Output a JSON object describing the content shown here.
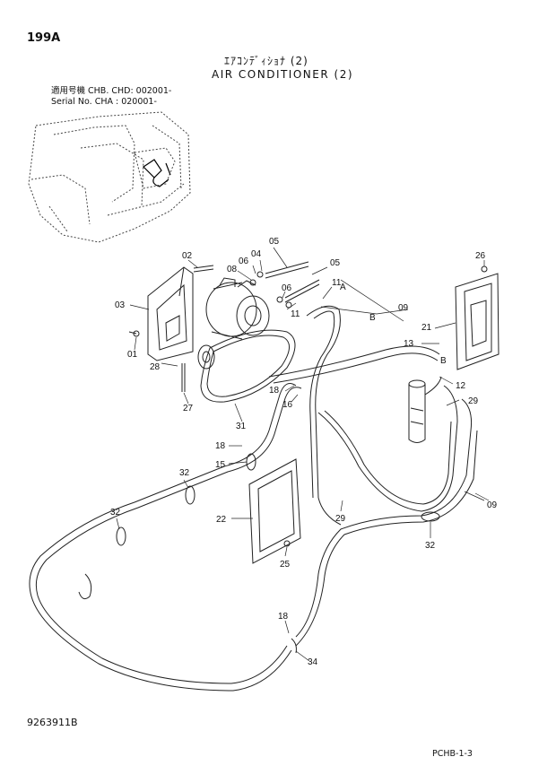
{
  "header": {
    "page_number": "199A",
    "title_jp": "ｴｱｺﾝﾃﾞｨｼｮﾅ (2)",
    "title_en": "AIR CONDITIONER (2)",
    "serial_line1": "適用号機  CHB. CHD: 002001-",
    "serial_line2": "Serial No. CHA     : 020001-"
  },
  "footer": {
    "drawing_number": "9263911B",
    "sheet_ref": "PCHB-1-3"
  },
  "callouts": [
    {
      "id": "c02",
      "text": "02"
    },
    {
      "id": "c04",
      "text": "04"
    },
    {
      "id": "c05a",
      "text": "05"
    },
    {
      "id": "c05b",
      "text": "05"
    },
    {
      "id": "c06a",
      "text": "06"
    },
    {
      "id": "c06b",
      "text": "06"
    },
    {
      "id": "c08",
      "text": "08"
    },
    {
      "id": "c03",
      "text": "03"
    },
    {
      "id": "c01",
      "text": "01"
    },
    {
      "id": "c28",
      "text": "28"
    },
    {
      "id": "c27",
      "text": "27"
    },
    {
      "id": "c31",
      "text": "31"
    },
    {
      "id": "c11a",
      "text": "11"
    },
    {
      "id": "c11b",
      "text": "11"
    },
    {
      "id": "cA",
      "text": "A"
    },
    {
      "id": "cB1",
      "text": "B"
    },
    {
      "id": "cB2",
      "text": "B"
    },
    {
      "id": "c09a",
      "text": "09"
    },
    {
      "id": "c09b",
      "text": "09"
    },
    {
      "id": "c26",
      "text": "26"
    },
    {
      "id": "c21",
      "text": "21"
    },
    {
      "id": "c13",
      "text": "13"
    },
    {
      "id": "c12",
      "text": "12"
    },
    {
      "id": "c29a",
      "text": "29"
    },
    {
      "id": "c29b",
      "text": "29"
    },
    {
      "id": "c18a",
      "text": "18"
    },
    {
      "id": "c18b",
      "text": "18"
    },
    {
      "id": "c18c",
      "text": "18"
    },
    {
      "id": "c16",
      "text": "16"
    },
    {
      "id": "c15",
      "text": "15"
    },
    {
      "id": "c32a",
      "text": "32"
    },
    {
      "id": "c32b",
      "text": "32"
    },
    {
      "id": "c32c",
      "text": "32"
    },
    {
      "id": "c22",
      "text": "22"
    },
    {
      "id": "c25",
      "text": "25"
    },
    {
      "id": "c34",
      "text": "34"
    }
  ]
}
